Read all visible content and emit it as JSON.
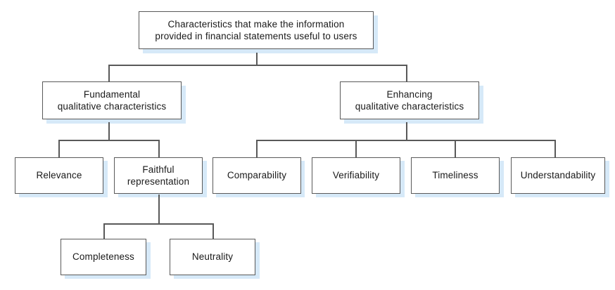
{
  "diagram": {
    "title": "Characteristics that make the information provided in financial statements useful to users",
    "type": "hierarchy-tree",
    "colors": {
      "box_border": "#595959",
      "box_fill": "#ffffff",
      "shadow": "#d6e9f8",
      "connector": "#595959",
      "text": "#1a1a1a",
      "background": "#ffffff"
    },
    "nodes": [
      {
        "id": "root",
        "label": "Characteristics that make the information\nprovided in financial statements useful to users",
        "level": 0
      },
      {
        "id": "fundamental",
        "label": "Fundamental\nqualitative characteristics",
        "level": 1
      },
      {
        "id": "enhancing",
        "label": "Enhancing\nqualitative characteristics",
        "level": 1
      },
      {
        "id": "relevance",
        "label": "Relevance",
        "level": 2
      },
      {
        "id": "faithful-representation",
        "label": "Faithful\nrepresentation",
        "level": 2
      },
      {
        "id": "comparability",
        "label": "Comparability",
        "level": 2
      },
      {
        "id": "verifiability",
        "label": "Verifiability",
        "level": 2
      },
      {
        "id": "timeliness",
        "label": "Timeliness",
        "level": 2
      },
      {
        "id": "understandability",
        "label": "Understandability",
        "level": 2
      },
      {
        "id": "completeness",
        "label": "Completeness",
        "level": 3
      },
      {
        "id": "neutrality",
        "label": "Neutrality",
        "level": 3
      }
    ],
    "edges": [
      {
        "from": "root",
        "to": "fundamental"
      },
      {
        "from": "root",
        "to": "enhancing"
      },
      {
        "from": "fundamental",
        "to": "relevance"
      },
      {
        "from": "fundamental",
        "to": "faithful-representation"
      },
      {
        "from": "enhancing",
        "to": "comparability"
      },
      {
        "from": "enhancing",
        "to": "verifiability"
      },
      {
        "from": "enhancing",
        "to": "timeliness"
      },
      {
        "from": "enhancing",
        "to": "understandability"
      },
      {
        "from": "faithful-representation",
        "to": "completeness"
      },
      {
        "from": "faithful-representation",
        "to": "neutrality"
      }
    ]
  }
}
